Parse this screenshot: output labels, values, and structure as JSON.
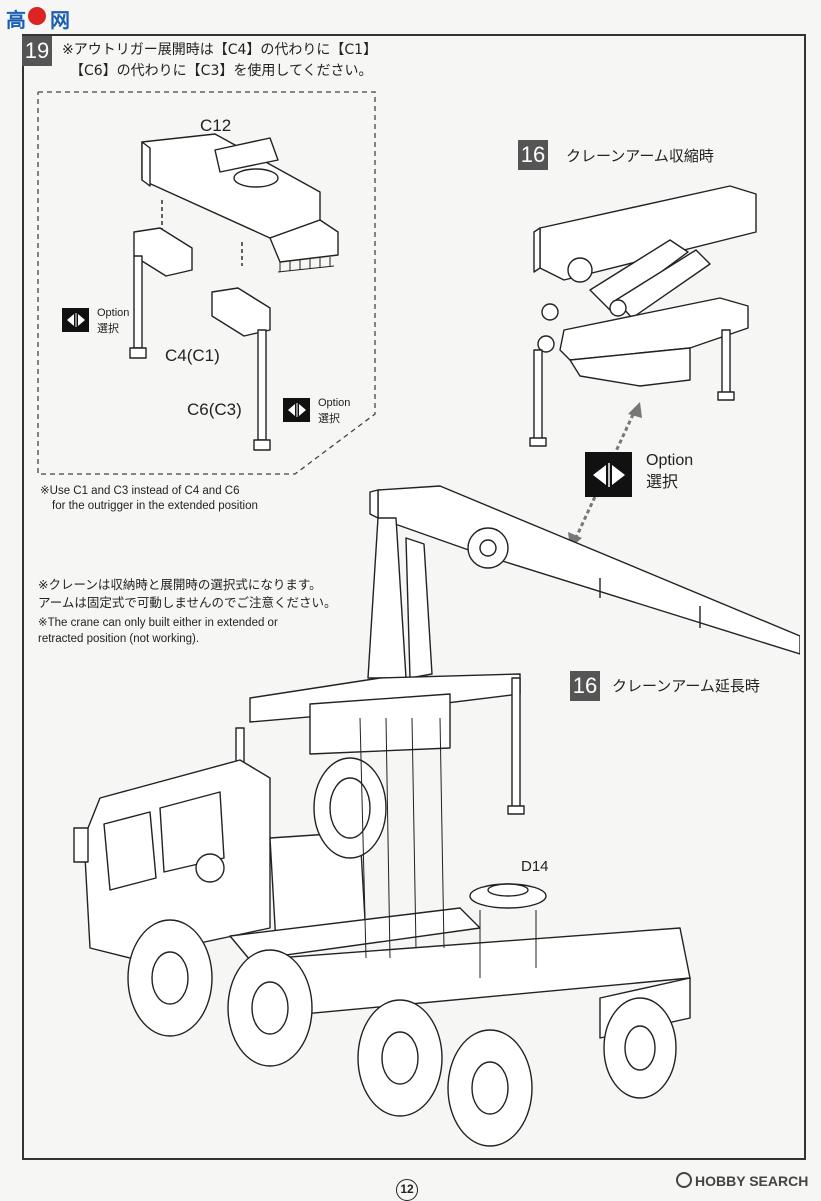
{
  "header": {
    "logo_mark": "高",
    "logo_text": "网",
    "step_number": "19",
    "instruction_line1": "※アウトリガー展開時は【C4】の代わりに【C1】",
    "instruction_line2": "【C6】の代わりに【C3】を使用してください。"
  },
  "parts": {
    "c12": "C12",
    "c4c1": "C4(C1)",
    "c6c3": "C6(C3)",
    "d14": "D14"
  },
  "option_small": {
    "en": "Option",
    "jp": "選択"
  },
  "option_large": {
    "en": "Option",
    "jp": "選択"
  },
  "notes": {
    "en_use_line1": "※Use C1 and C3 instead of C4 and C6",
    "en_use_line2": "for the outrigger in the extended position",
    "jp_crane_line1": "※クレーンは収納時と展開時の選択式になります。",
    "jp_crane_line2": "アームは固定式で可動しませんのでご注意ください。",
    "en_crane_line1": "※The crane can only built either in extended or",
    "en_crane_line2": "retracted position (not working)."
  },
  "callouts": {
    "retracted_step": "16",
    "retracted_label": "クレーンアーム収縮時",
    "extended_step": "16",
    "extended_label": "クレーンアーム延長時"
  },
  "footer": {
    "page_number": "12",
    "watermark": "HOBBY SEARCH"
  }
}
